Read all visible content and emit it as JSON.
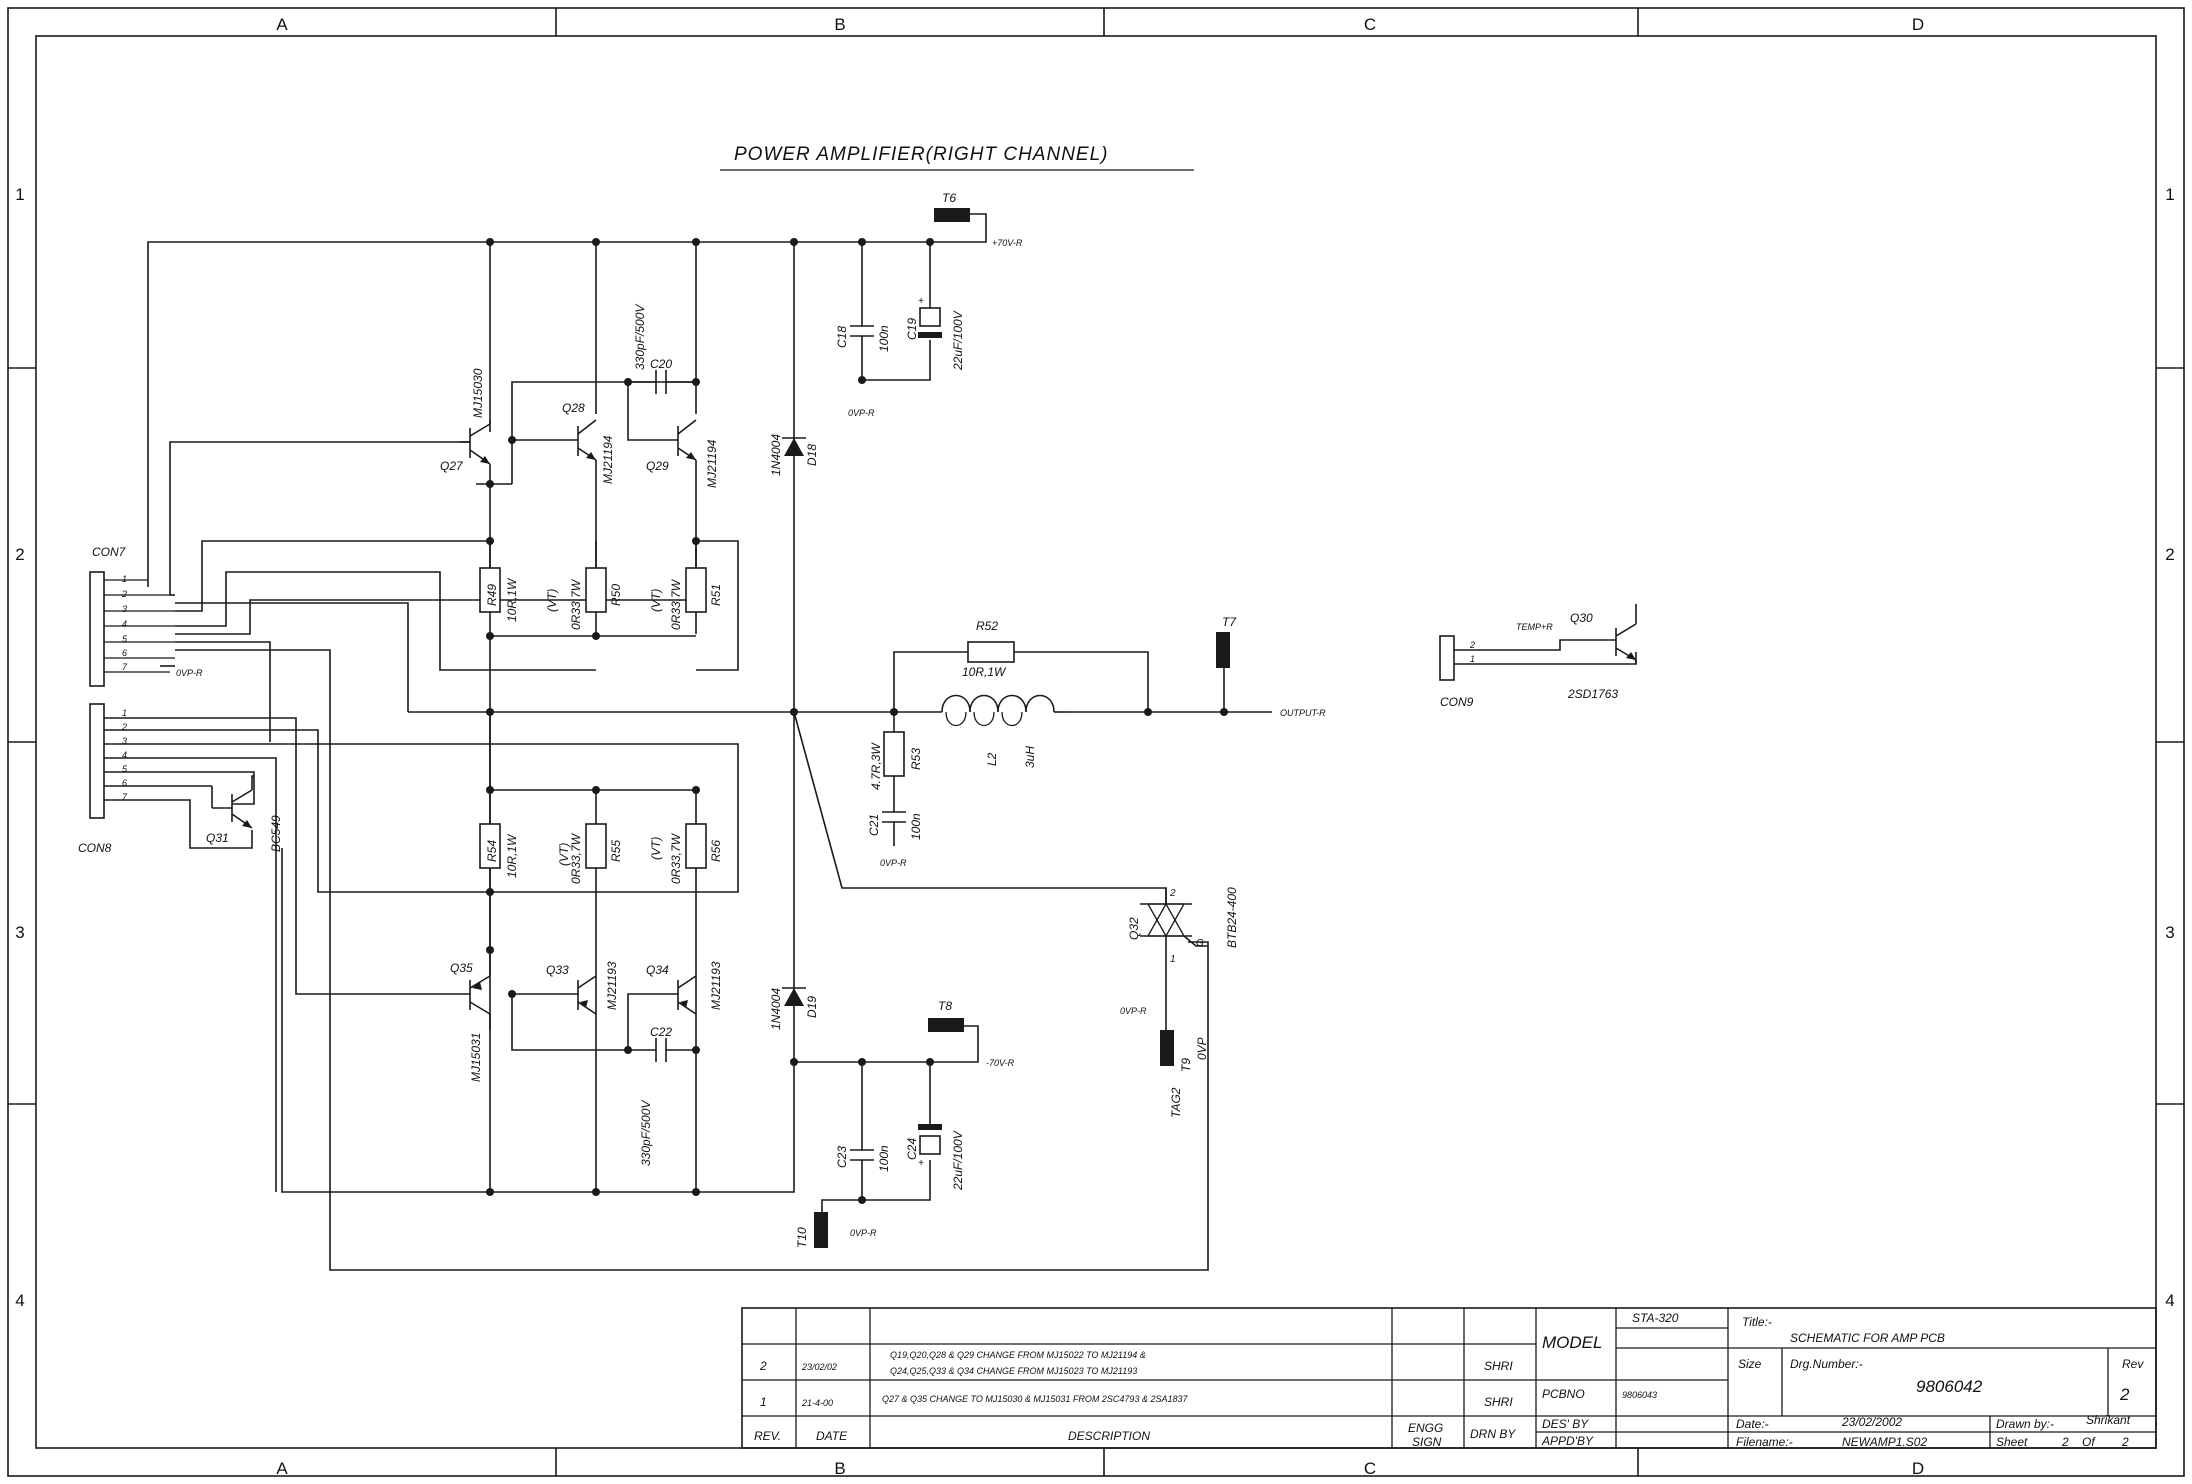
{
  "frame": {
    "columns": [
      "A",
      "B",
      "C",
      "D"
    ],
    "rows": [
      "1",
      "2",
      "3",
      "4"
    ]
  },
  "title": "POWER AMPLIFIER(RIGHT CHANNEL)",
  "supply": {
    "pos_label": "+70V-R",
    "neg_label": "-70V-R",
    "gnd_label": "0VP-R",
    "output_label": "OUTPUT-R",
    "temp_label": "TEMP+R",
    "zero_vp": "0VP"
  },
  "components": {
    "T6": "T6",
    "T7": "T7",
    "T8": "T8",
    "T9": "T9",
    "T10": "T10",
    "TAG2": "TAG2",
    "C18": "C18",
    "C18_val": "100n",
    "C19": "C19",
    "C19_val": "22uF/100V",
    "C20": "C20",
    "C20_val": "330pF/500V",
    "C21": "C21",
    "C21_val": "100n",
    "C22": "C22",
    "C22_val": "330pF/500V",
    "C23": "C23",
    "C23_val": "100n",
    "C24": "C24",
    "C24_val": "22uF/100V",
    "Q27": "Q27",
    "Q27_part": "MJ15030",
    "Q28": "Q28",
    "Q28_part": "MJ21194",
    "Q29": "Q29",
    "Q29_part": "MJ21194",
    "Q30": "Q30",
    "Q30_part": "2SD1763",
    "Q31": "Q31",
    "Q31_part": "BC549",
    "Q32": "Q32",
    "Q32_part": "BTB24-400",
    "Q33": "Q33",
    "Q33_part": "MJ21193",
    "Q34": "Q34",
    "Q34_part": "MJ21193",
    "Q35": "Q35",
    "Q35_part": "MJ15031",
    "D18": "D18",
    "D18_part": "1N4004",
    "D19": "D19",
    "D19_part": "1N4004",
    "R49": "R49",
    "R49_val": "10R,1W",
    "R50": "R50",
    "R50_val": "0R33,7W",
    "R51": "R51",
    "R51_val": "0R33,7W",
    "R52": "R52",
    "R52_val": "10R,1W",
    "R53": "R53",
    "R53_val": "4.7R,3W",
    "R54": "R54",
    "R54_val": "10R,1W",
    "R55": "R55",
    "R55_val": "0R33,7W",
    "R56": "R56",
    "R56_val": "0R33,7W",
    "VT": "(VT)",
    "L2": "L2",
    "L2_val": "3uH",
    "CON7": "CON7",
    "CON8": "CON8",
    "CON9": "CON9"
  },
  "connector_pins": {
    "con7": [
      "1",
      "2",
      "3",
      "4",
      "5",
      "6",
      "7"
    ],
    "con8": [
      "1",
      "2",
      "3",
      "4",
      "5",
      "6",
      "7"
    ],
    "con9": [
      "2",
      "1"
    ],
    "triac_pins": [
      "2",
      "1",
      "G"
    ]
  },
  "title_block": {
    "rev_header": "REV.",
    "date_header": "DATE",
    "desc_header": "DESCRIPTION",
    "engg_header": "ENGG\nSIGN",
    "engg_line1": "ENGG",
    "engg_line2": "SIGN",
    "drn_by_header": "DRN BY",
    "revisions": [
      {
        "rev": "2",
        "date": "23/02/02",
        "desc1": "Q19,Q20,Q28 & Q29 CHANGE FROM MJ15022 TO MJ21194 &",
        "desc2": "Q24,Q25,Q33 & Q34 CHANGE FROM MJ15023 TO MJ21193",
        "sign": "SHRI"
      },
      {
        "rev": "1",
        "date": "21-4-00",
        "desc1": "Q27 & Q35 CHANGE TO MJ15030 & MJ15031 FROM 2SC4793 & 2SA1837",
        "desc2": "",
        "sign": "SHRI"
      }
    ],
    "model_label": "MODEL",
    "model_value": "STA-320",
    "pcbno_label": "PCBNO",
    "pcbno_value": "9806043",
    "desby_label": "DES' BY",
    "appdby_label": "APPD'BY",
    "title_label": "Title:-",
    "title_value": "SCHEMATIC FOR AMP PCB",
    "size_label": "Size",
    "drg_label": "Drg.Number:-",
    "drg_value": "9806042",
    "rev_label": "Rev",
    "rev_value": "2",
    "date_label": "Date:-",
    "date_value": "23/02/2002",
    "drawn_label": "Drawn by:-",
    "drawn_value": "Shrikant",
    "filename_label": "Filename:-",
    "filename_value": "NEWAMP1.S02",
    "sheet_label": "Sheet",
    "sheet_num": "2",
    "of_label": "Of",
    "sheet_total": "2"
  }
}
